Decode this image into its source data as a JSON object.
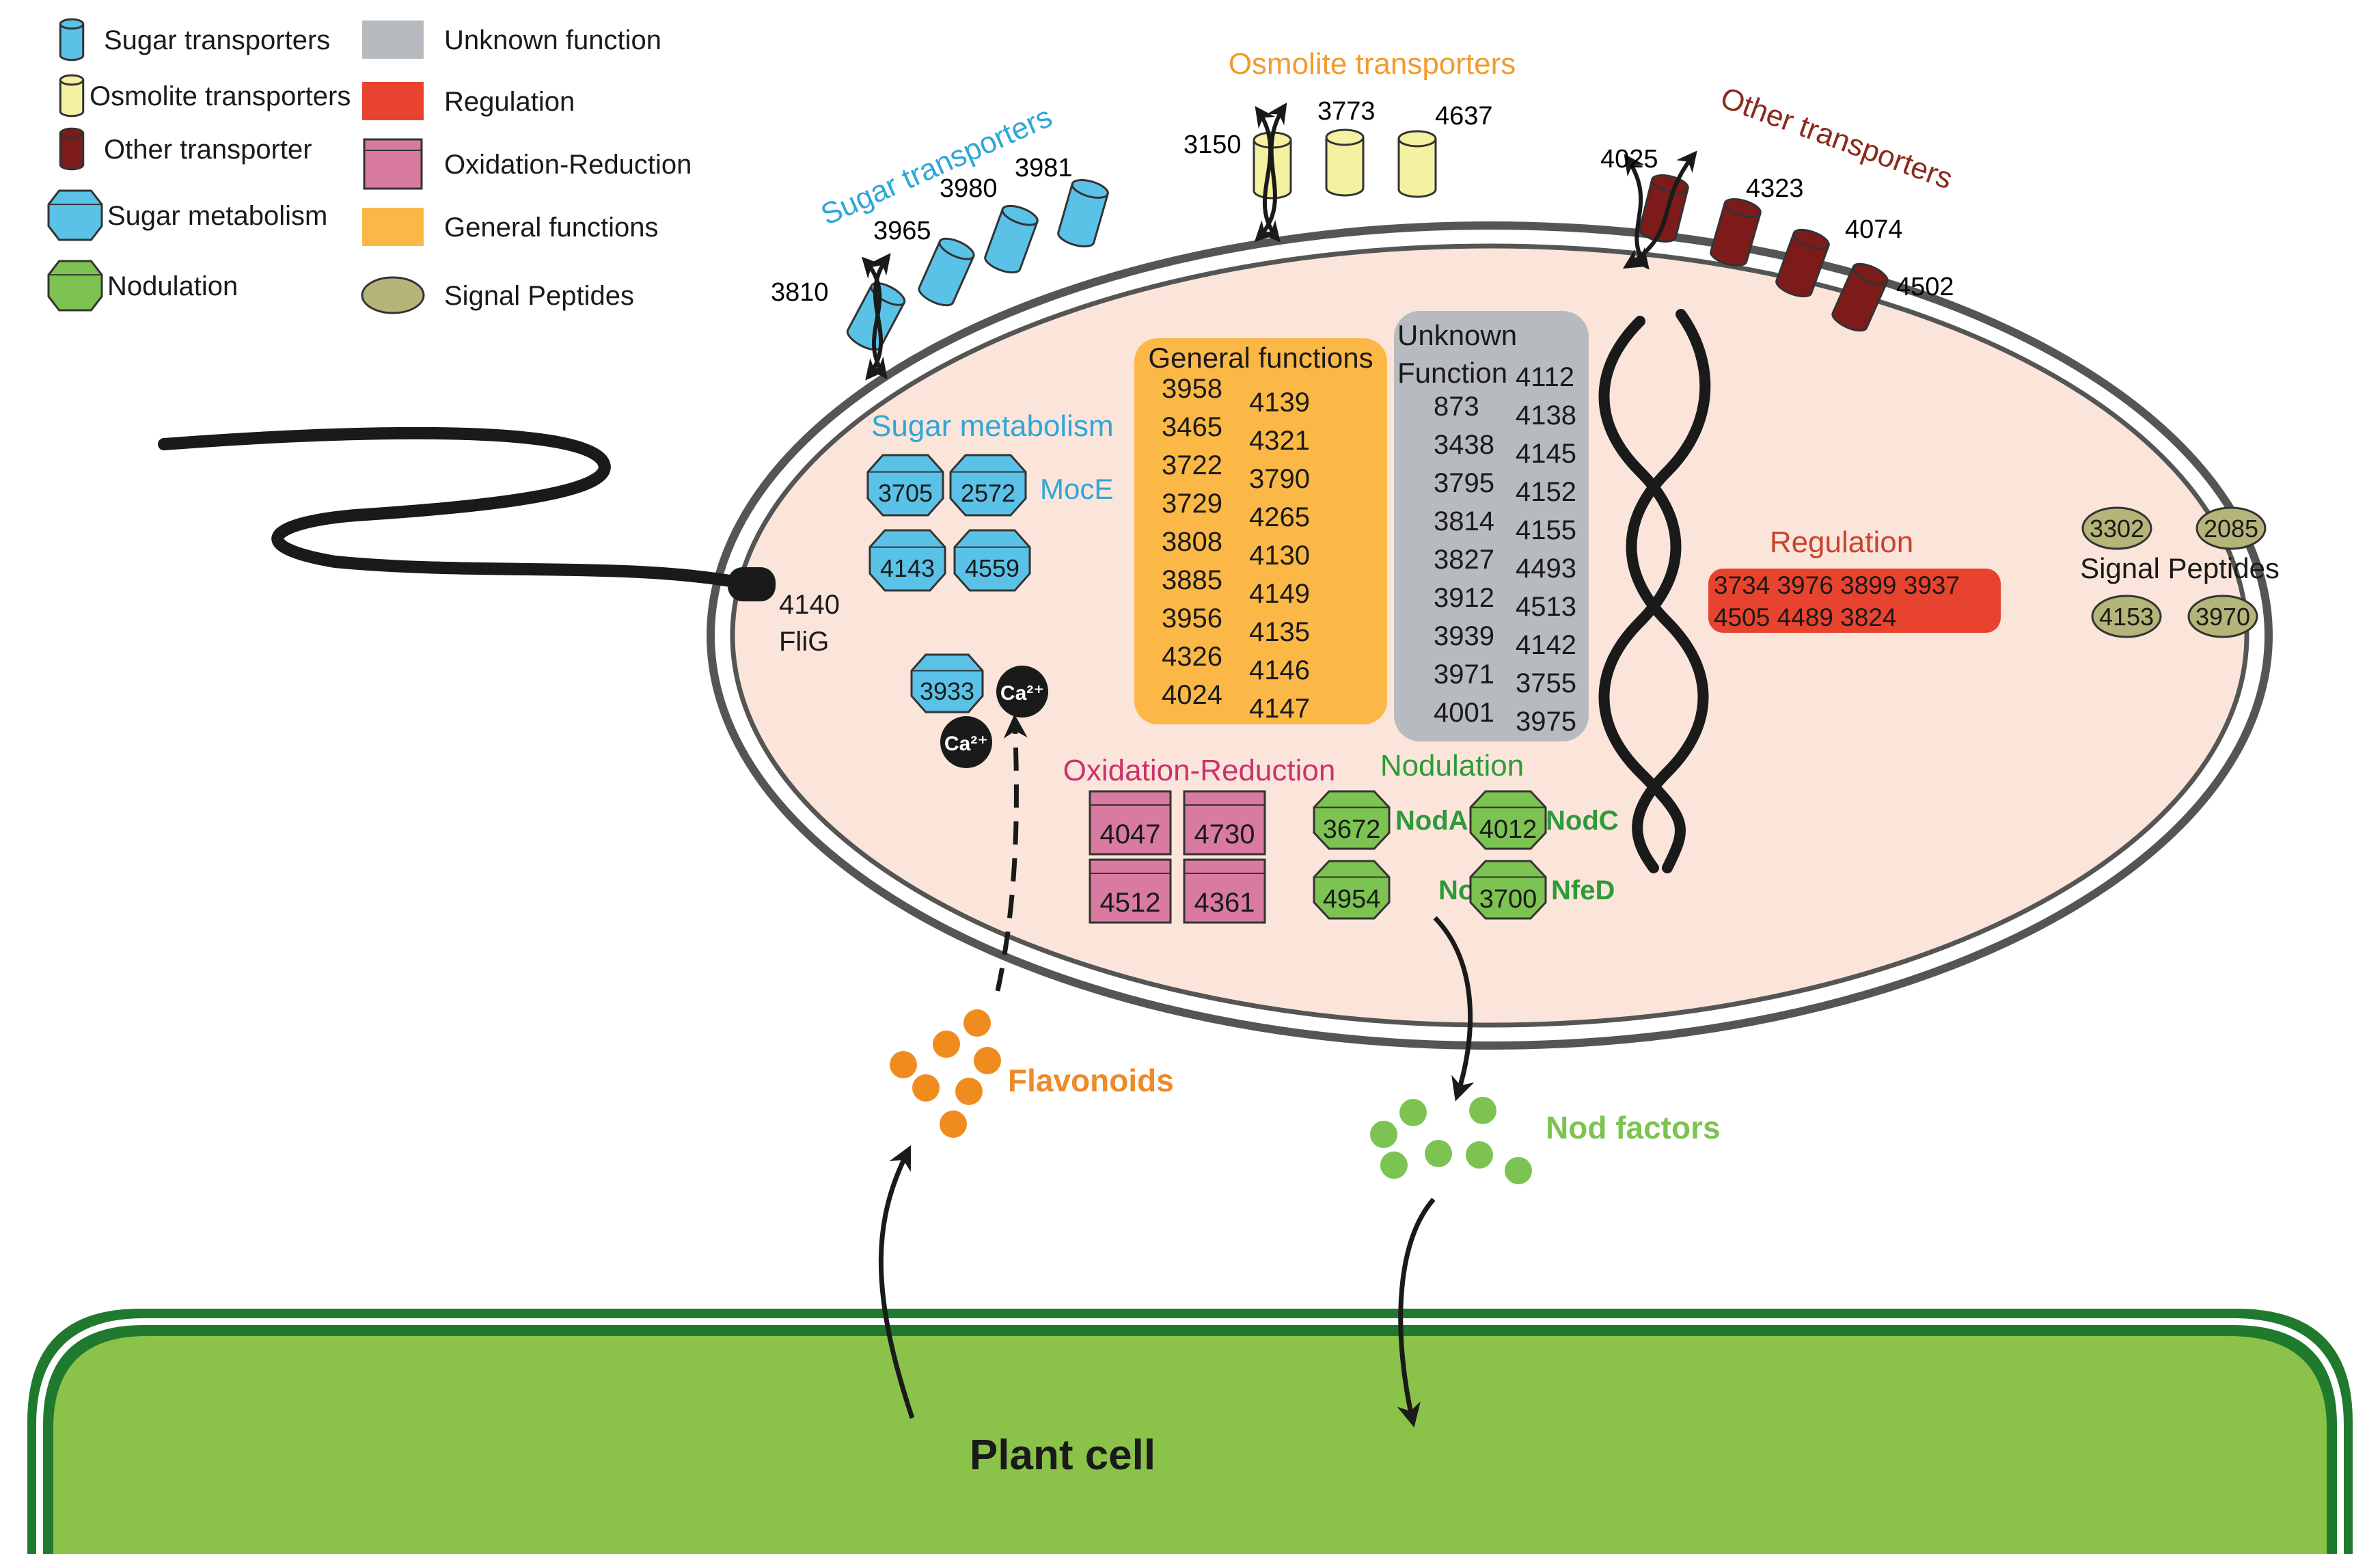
{
  "colors": {
    "sugar": "#5bc2e7",
    "osmolite": "#f4f2a0",
    "other": "#7d1b1b",
    "other_text": "#8a2a1c",
    "unknown": "#b7babf",
    "regulation": "#e8432e",
    "regulation_text": "#c8432f",
    "oxred": "#d97aa0",
    "oxred_text": "#c9326e",
    "general": "#fbb846",
    "nod": "#7cc352",
    "nod_text": "#2e9a3a",
    "signal": "#b5b57a",
    "flavonoid": "#f08c1e",
    "flavonoid_text": "#ee8a2a",
    "sugar_text": "#2fa6d8",
    "osmolite_text": "#f29a2c",
    "plant": "#8bc34a",
    "plant_wall": "#1f7a2e",
    "cell_fill": "#fbe5da"
  },
  "legend": [
    {
      "key": "sugar",
      "shape": "cylinder-icon",
      "label": "Sugar transporters"
    },
    {
      "key": "osmolite",
      "shape": "cylinder-icon",
      "label": "Osmolite transporters"
    },
    {
      "key": "other",
      "shape": "cylinder-icon",
      "label": "Other transporter"
    },
    {
      "key": "sugar",
      "shape": "hexagon-icon",
      "label": "Sugar metabolism"
    },
    {
      "key": "nod",
      "shape": "hexagon-icon",
      "label": "Nodulation"
    },
    {
      "key": "unknown",
      "shape": "square-icon",
      "label": "Unknown function"
    },
    {
      "key": "regulation",
      "shape": "square-icon",
      "label": "Regulation"
    },
    {
      "key": "oxred",
      "shape": "box-icon",
      "label": "Oxidation-Reduction"
    },
    {
      "key": "general",
      "shape": "square-icon",
      "label": "General functions"
    },
    {
      "key": "signal",
      "shape": "ellipse-icon",
      "label": "Signal Peptides"
    }
  ],
  "membrane": {
    "sugar_title": "Sugar transporters",
    "sugar_ids": [
      "3810",
      "3965",
      "3980",
      "3981"
    ],
    "osmolite_title": "Osmolite transporters",
    "osmolite_ids": [
      "3150",
      "3773",
      "4637"
    ],
    "other_title": "Other transporters",
    "other_ids": [
      "4025",
      "4323",
      "4074",
      "4502"
    ]
  },
  "flagellum": {
    "id": "4140",
    "name": "FliG"
  },
  "sugar_metabolism": {
    "title": "Sugar metabolism",
    "ids": [
      "3705",
      "2572",
      "4143",
      "4559"
    ],
    "moce": "MocE",
    "calcium_id": "3933",
    "ion": "Ca²⁺"
  },
  "general_functions": {
    "title": "General functions",
    "col1": [
      "3958",
      "3465",
      "3722",
      "3729",
      "3808",
      "3885",
      "3956",
      "4326",
      "4024"
    ],
    "col2": [
      "4139",
      "4321",
      "3790",
      "4265",
      "4130",
      "4149",
      "4135",
      "4146",
      "4147"
    ]
  },
  "unknown_function": {
    "title_line1": "Unknown",
    "title_line2": "Function",
    "col1": [
      "873",
      "3438",
      "3795",
      "3814",
      "3827",
      "3912",
      "3939",
      "3971",
      "4001"
    ],
    "col2": [
      "4112",
      "4138",
      "4145",
      "4152",
      "4155",
      "4493",
      "4513",
      "4142",
      "3755",
      "3975"
    ]
  },
  "regulation": {
    "title": "Regulation",
    "row1": "3734 3976 3899 3937",
    "row2": "4505 4489 3824"
  },
  "oxidation_reduction": {
    "title": "Oxidation-Reduction",
    "ids": [
      "4047",
      "4730",
      "4512",
      "4361"
    ]
  },
  "nodulation": {
    "title": "Nodulation",
    "items": [
      {
        "id": "3672",
        "name": "NodA"
      },
      {
        "id": "4012",
        "name": "NodC"
      },
      {
        "id": "4954",
        "name": "NodJ"
      },
      {
        "id": "3700",
        "name": "NfeD"
      }
    ]
  },
  "signal_peptides": {
    "title": "Signal Peptides",
    "ids": [
      "3302",
      "2085",
      "4153",
      "3970"
    ]
  },
  "flavonoids": "Flavonoids",
  "nod_factors": "Nod factors",
  "plant_cell": "Plant cell"
}
